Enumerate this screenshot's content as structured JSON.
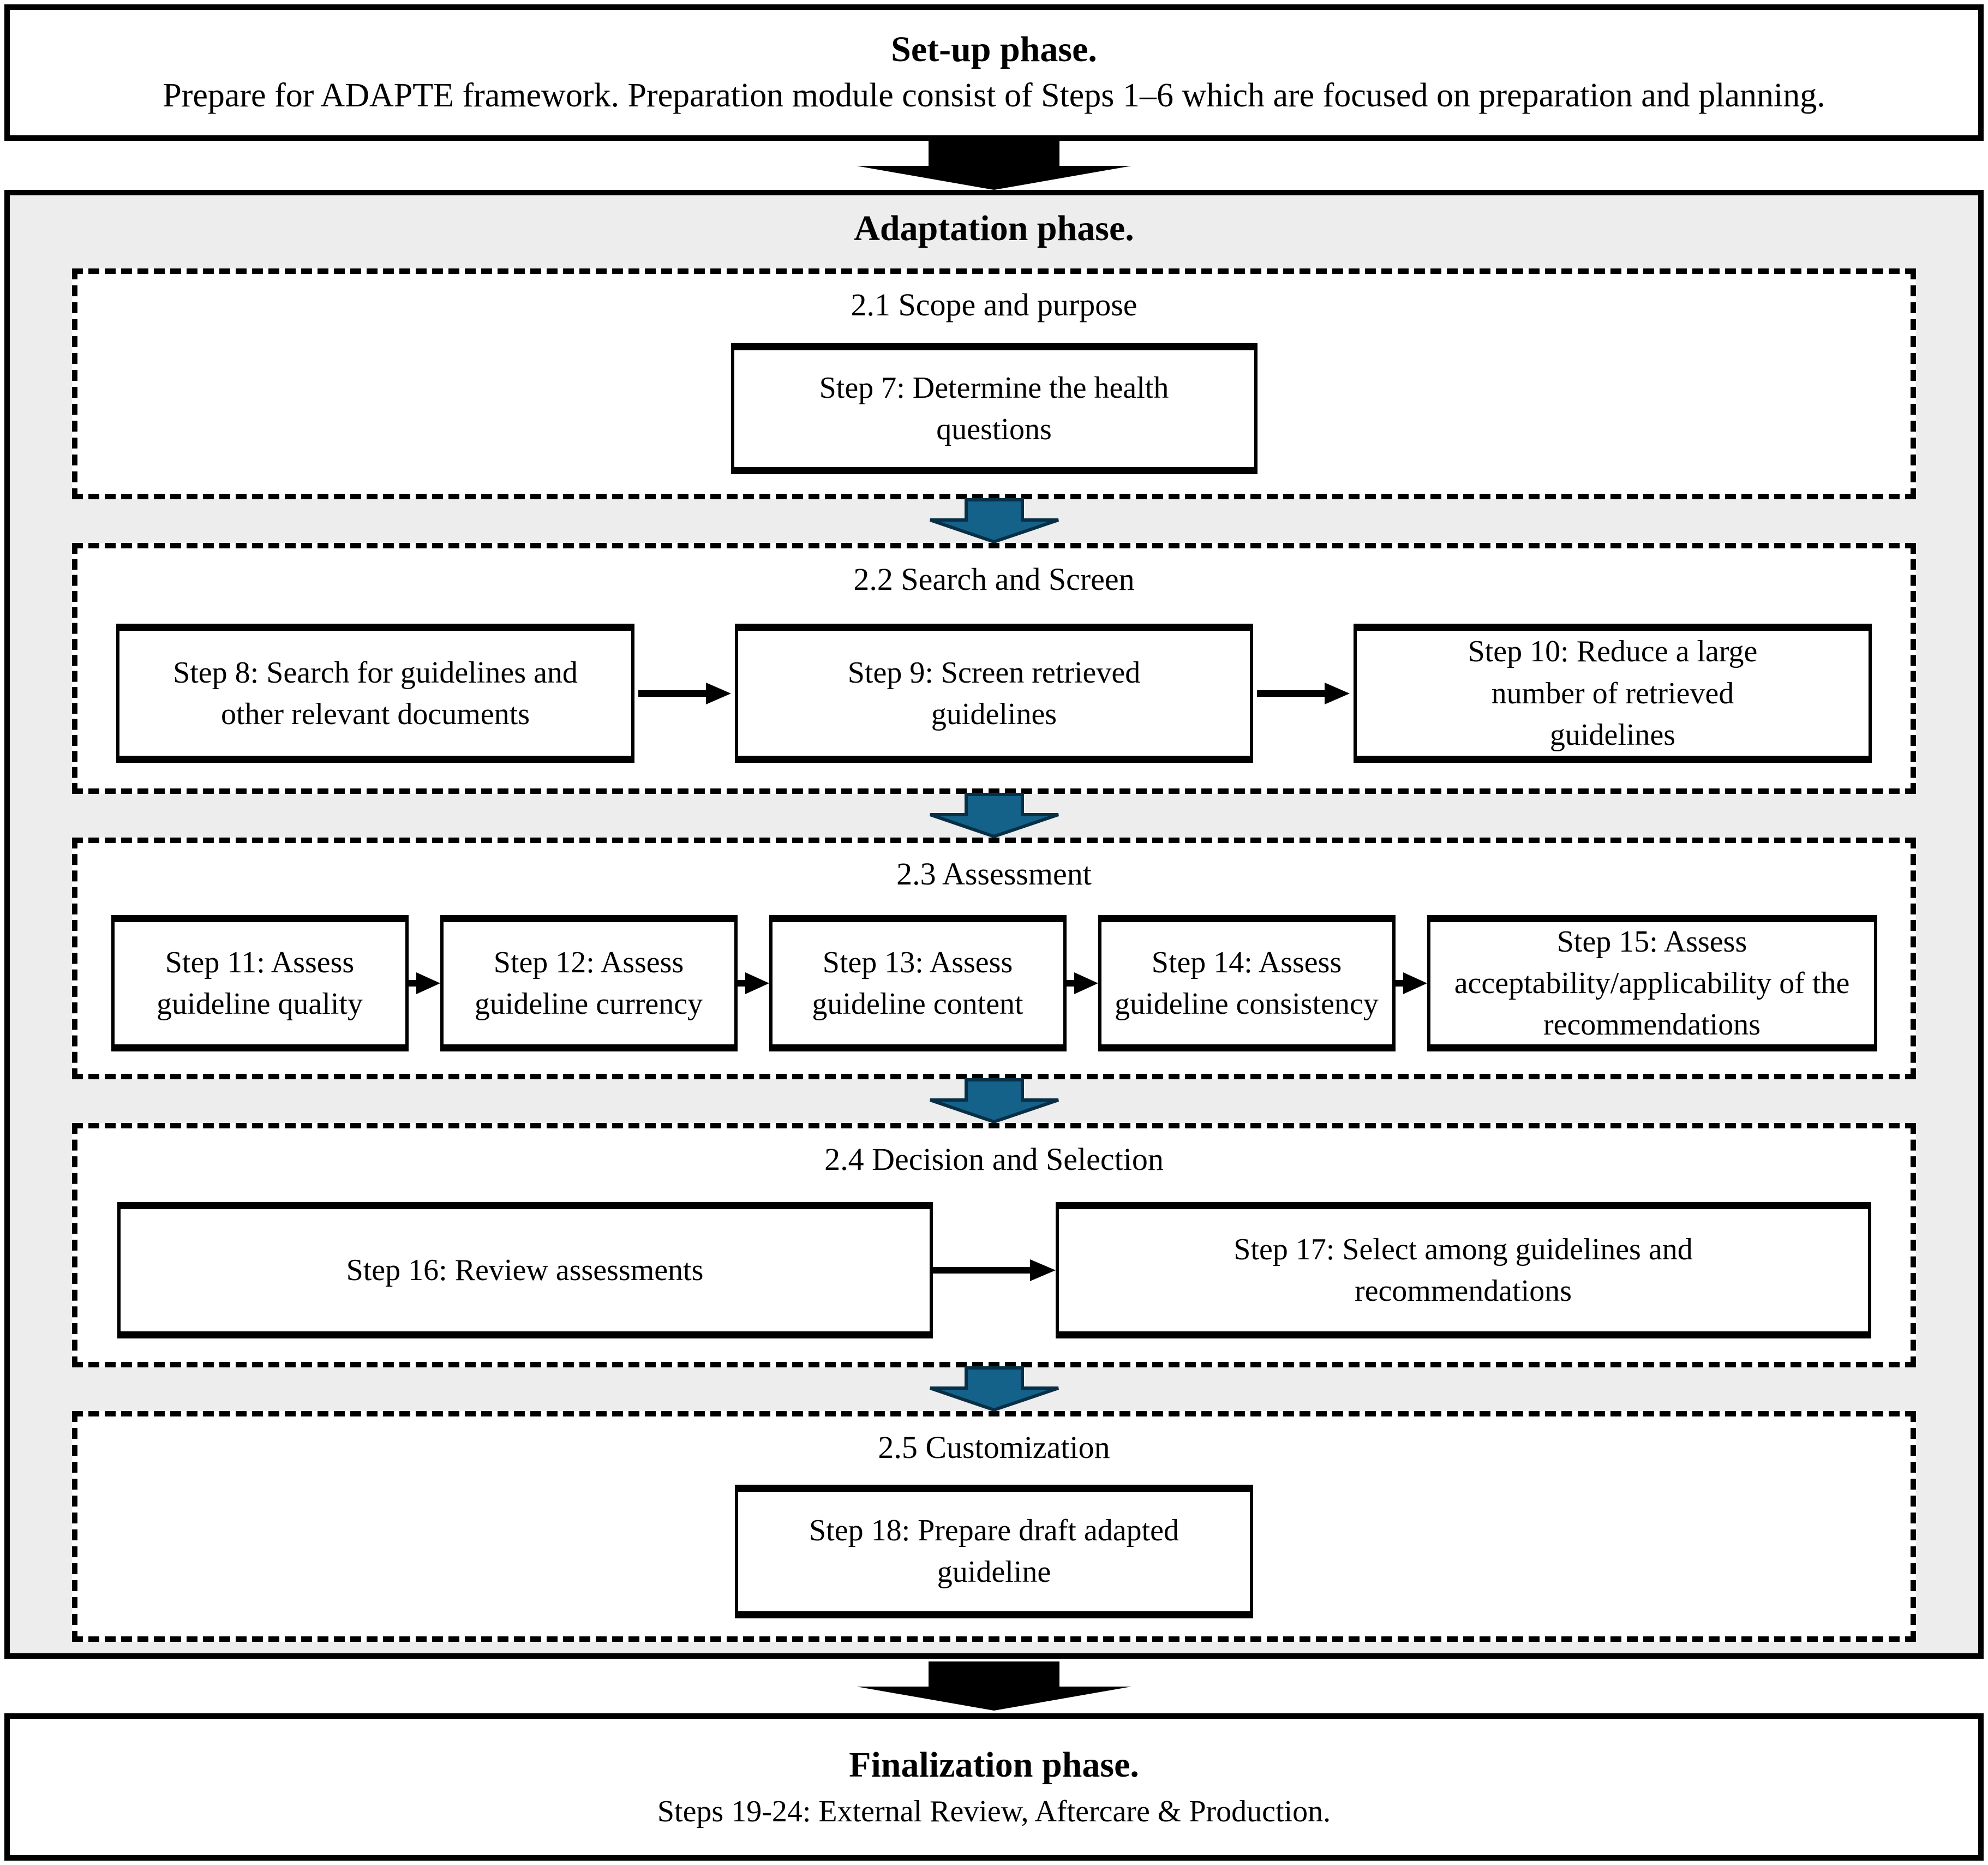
{
  "colors": {
    "teal_arrow_fill": "#146289",
    "teal_arrow_border": "#082f45",
    "phase_bg": "#ededed"
  },
  "icons": {
    "flow_down_arrow": "⬇",
    "flow_right_arrow": "➡"
  },
  "setup_phase": {
    "title": "Set-up phase.",
    "description": "Prepare for ADAPTE framework. Preparation module consist of Steps 1–6 which are focused on preparation and planning."
  },
  "adaptation_phase": {
    "title": "Adaptation phase.",
    "sections": [
      {
        "title": "2.1 Scope and purpose",
        "steps": [
          "Step 7: Determine the health questions"
        ]
      },
      {
        "title": "2.2 Search and Screen",
        "steps": [
          "Step 8: Search for guidelines and other relevant documents",
          "Step 9: Screen retrieved guidelines",
          "Step 10: Reduce a large number of retrieved guidelines"
        ]
      },
      {
        "title": "2.3 Assessment",
        "steps": [
          "Step 11: Assess guideline quality",
          "Step 12: Assess guideline currency",
          "Step 13: Assess guideline content",
          "Step 14: Assess guideline consistency",
          "Step 15: Assess acceptability/applicability of the recommendations"
        ]
      },
      {
        "title": "2.4 Decision and Selection",
        "steps": [
          "Step 16: Review assessments",
          "Step 17: Select among guidelines and recommendations"
        ]
      },
      {
        "title": "2.5 Customization",
        "steps": [
          "Step 18: Prepare draft adapted guideline"
        ]
      }
    ]
  },
  "finalization_phase": {
    "title": "Finalization phase.",
    "description": "Steps 19-24: External Review, Aftercare & Production."
  }
}
